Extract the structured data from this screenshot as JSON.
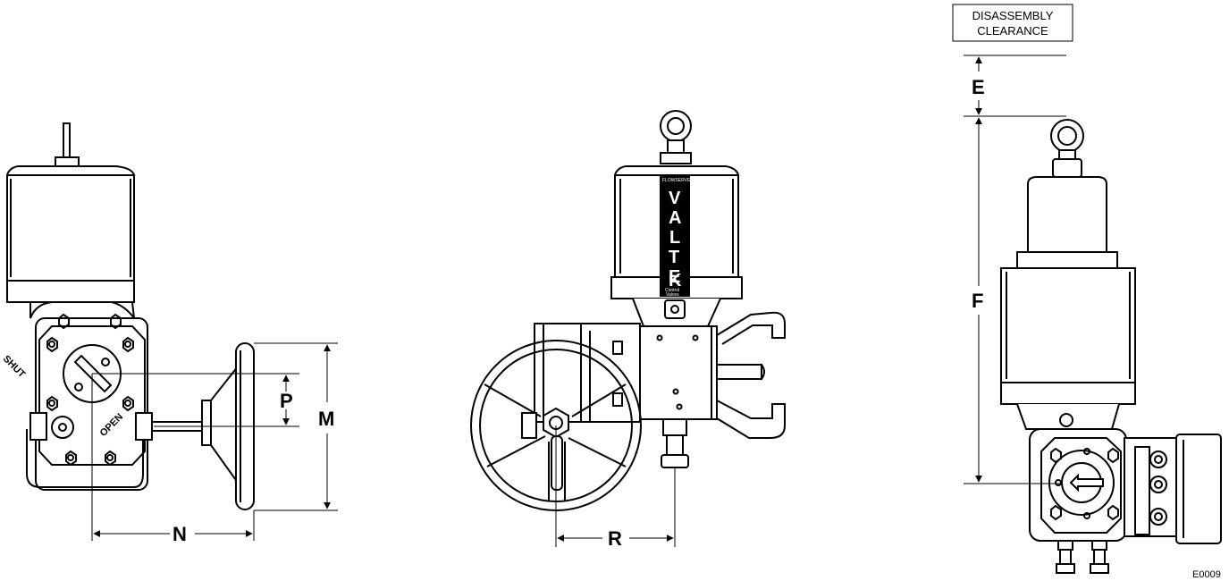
{
  "dimensions": {
    "n": "N",
    "p": "P",
    "m": "M",
    "r": "R",
    "e": "E",
    "f": "F"
  },
  "dial": {
    "shut": "SHUT",
    "open": "OPEN"
  },
  "actuator_brand": {
    "maker": "FLOWSERVE",
    "name_letters": [
      "V",
      "A",
      "L",
      "T",
      "E",
      "K"
    ],
    "tagline_1": "Control",
    "tagline_2": "Valves"
  },
  "clearance_note": {
    "line1": "DISASSEMBLY",
    "line2": "CLEARANCE"
  },
  "figure_code": "E0009",
  "colors": {
    "line": "#000000",
    "background": "#ffffff",
    "brand_band": "#000000"
  }
}
